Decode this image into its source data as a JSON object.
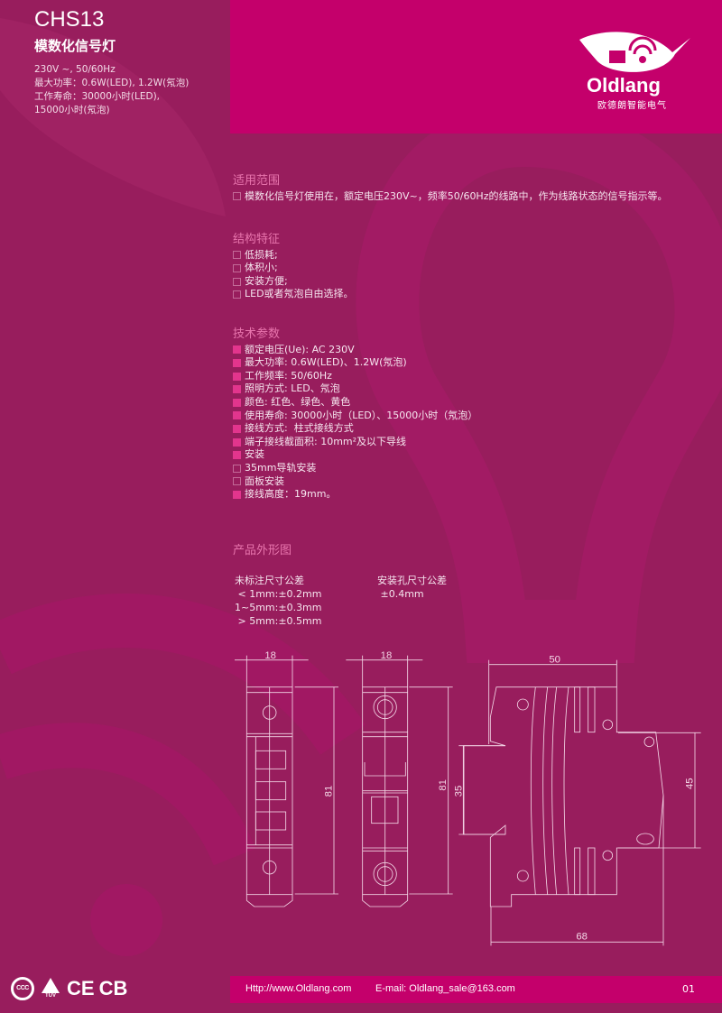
{
  "header": {
    "model": "CHS13",
    "name": "模数化信号灯",
    "specs": [
      "230V ~, 50/60Hz",
      "最大功率：0.6W(LED), 1.2W(氖泡)",
      "工作寿命：30000小时(LED),",
      "15000小时(氖泡)"
    ]
  },
  "logo": {
    "brand": "Oldlang",
    "company_cn": "欧德朗智能电气"
  },
  "sections": {
    "application": {
      "title": "适用范围",
      "items": [
        {
          "text": "模数化信号灯使用在，额定电压230V~，频率50/60Hz的线路中，作为线路状态的信号指示等。",
          "filled": false
        }
      ]
    },
    "features": {
      "title": "结构特征",
      "items": [
        {
          "text": "低损耗;",
          "filled": false
        },
        {
          "text": "体积小;",
          "filled": false
        },
        {
          "text": "安装方便;",
          "filled": false
        },
        {
          "text": "LED或者氖泡自由选择。",
          "filled": false
        }
      ]
    },
    "parameters": {
      "title": "技术参数",
      "items": [
        {
          "text": "额定电压(Ue): AC 230V",
          "filled": true
        },
        {
          "text": "最大功率: 0.6W(LED)、1.2W(氖泡)",
          "filled": true
        },
        {
          "text": "工作频率: 50/60Hz",
          "filled": true
        },
        {
          "text": "照明方式: LED、氖泡",
          "filled": true
        },
        {
          "text": "颜色: 红色、绿色、黄色",
          "filled": true
        },
        {
          "text": "使用寿命: 30000小时（LED）、15000小时（氖泡）",
          "filled": true
        },
        {
          "text": "接线方式:  柱式接线方式",
          "filled": true
        },
        {
          "text": "端子接线截面积: 10mm²及以下导线",
          "filled": true
        },
        {
          "text": "安装",
          "filled": true
        },
        {
          "text": "35mm导轨安装",
          "filled": false
        },
        {
          "text": "面板安装",
          "filled": false
        },
        {
          "text": "接线高度：19mm。",
          "filled": true
        }
      ]
    },
    "outline": {
      "title": "产品外形图"
    }
  },
  "tolerances": {
    "general_title": "未标注尺寸公差",
    "general": [
      " < 1mm:±0.2mm",
      "1~5mm:±0.3mm",
      " > 5mm:±0.5mm"
    ],
    "hole_title": "安装孔尺寸公差",
    "hole": [
      " ±0.4mm"
    ]
  },
  "dimensions": {
    "width_front": "18",
    "width_front2": "18",
    "height": "81",
    "height2": "81",
    "rail": "35",
    "depth": "50",
    "height_side": "45",
    "total_depth": "68"
  },
  "footer": {
    "website": "Http://www.Oldlang.com",
    "email": "E-mail: Oldlang_sale@163.com",
    "page": "01"
  },
  "certifications": [
    "CCC",
    "TÜV",
    "CE",
    "CB"
  ],
  "colors": {
    "background": "#981d5d",
    "accent": "#c4006b",
    "section_title": "#e875ad",
    "bullet": "#e2358d"
  }
}
